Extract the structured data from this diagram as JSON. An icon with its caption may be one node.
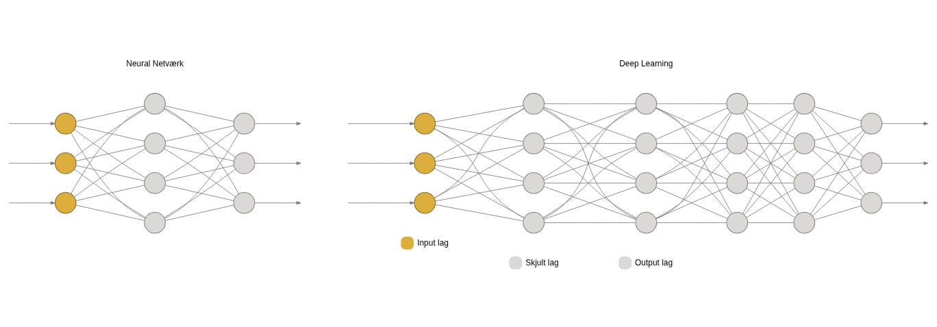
{
  "diagram": {
    "nodes": [
      {
        "text": [],
        "shape": "circle"
      },
      {
        "text": [],
        "shape": "circle"
      },
      {
        "text": [],
        "shape": "circle"
      },
      {
        "text": [],
        "shape": "circle"
      },
      {
        "text": [],
        "shape": "circle"
      },
      {
        "text": [],
        "shape": "circle"
      },
      {
        "text": [],
        "shape": "circle"
      },
      {
        "text": [],
        "shape": "circle"
      },
      {
        "text": [],
        "shape": "circle"
      },
      {
        "text": [],
        "shape": "circle"
      },
      {
        "text": [],
        "shape": "circle"
      },
      {
        "text": [],
        "shape": "circle"
      },
      {
        "text": [],
        "shape": "circle"
      },
      {
        "text": [],
        "shape": "circle"
      },
      {
        "text": [],
        "shape": "circle"
      },
      {
        "text": [],
        "shape": "circle"
      },
      {
        "text": [],
        "shape": "circle"
      },
      {
        "text": [],
        "shape": "circle"
      },
      {
        "text": [],
        "shape": "circle"
      },
      {
        "text": [],
        "shape": "circle"
      },
      {
        "text": [],
        "shape": "circle"
      },
      {
        "text": [],
        "shape": "circle"
      },
      {
        "text": [],
        "shape": "circle"
      },
      {
        "text": [],
        "shape": "circle"
      },
      {
        "text": [],
        "shape": "circle"
      },
      {
        "text": [],
        "shape": "circle"
      },
      {
        "text": [],
        "shape": "circle"
      },
      {
        "text": [],
        "shape": "circle"
      },
      {
        "text": [],
        "shape": "circle"
      },
      {
        "text": [],
        "shape": "circle"
      },
      {
        "text": [],
        "shape": "circle"
      },
      {
        "text": [],
        "shape": "circle"
      }
    ],
    "edges": [
      {
        "from": null,
        "to": 0,
        "arrow": "to"
      },
      {
        "from": null,
        "to": 1,
        "arrow": "to"
      },
      {
        "from": null,
        "to": 2,
        "arrow": "to"
      },
      {
        "from": 0,
        "to": 3,
        "arrow": "none"
      },
      {
        "from": 0,
        "to": 4,
        "arrow": "none"
      },
      {
        "from": 0,
        "to": 5,
        "arrow": "none"
      },
      {
        "from": 0,
        "to": 6,
        "arrow": "none"
      },
      {
        "from": 1,
        "to": 3,
        "arrow": "none"
      },
      {
        "from": 1,
        "to": 4,
        "arrow": "none"
      },
      {
        "from": 1,
        "to": 5,
        "arrow": "none"
      },
      {
        "from": 1,
        "to": 6,
        "arrow": "none"
      },
      {
        "from": 2,
        "to": 3,
        "arrow": "none"
      },
      {
        "from": 2,
        "to": 4,
        "arrow": "none"
      },
      {
        "from": 2,
        "to": 5,
        "arrow": "none"
      },
      {
        "from": 2,
        "to": 6,
        "arrow": "none"
      },
      {
        "from": 3,
        "to": 7,
        "arrow": "none"
      },
      {
        "from": 3,
        "to": 8,
        "arrow": "none"
      },
      {
        "from": 3,
        "to": 9,
        "arrow": "none"
      },
      {
        "from": 4,
        "to": 7,
        "arrow": "none"
      },
      {
        "from": 4,
        "to": 8,
        "arrow": "none"
      },
      {
        "from": 4,
        "to": 9,
        "arrow": "none"
      },
      {
        "from": 5,
        "to": 7,
        "arrow": "none"
      },
      {
        "from": 5,
        "to": 8,
        "arrow": "none"
      },
      {
        "from": 5,
        "to": 9,
        "arrow": "none"
      },
      {
        "from": 6,
        "to": 7,
        "arrow": "none"
      },
      {
        "from": 6,
        "to": 8,
        "arrow": "none"
      },
      {
        "from": 6,
        "to": 9,
        "arrow": "none"
      },
      {
        "from": 7,
        "to": null,
        "arrow": "to"
      },
      {
        "from": 8,
        "to": null,
        "arrow": "to"
      },
      {
        "from": 9,
        "to": null,
        "arrow": "to"
      },
      {
        "from": null,
        "to": 10,
        "arrow": "to"
      },
      {
        "from": null,
        "to": 11,
        "arrow": "to"
      },
      {
        "from": null,
        "to": 12,
        "arrow": "to"
      },
      {
        "from": 10,
        "to": 13,
        "arrow": "none"
      },
      {
        "from": 10,
        "to": 14,
        "arrow": "none"
      },
      {
        "from": 10,
        "to": 15,
        "arrow": "none"
      },
      {
        "from": 10,
        "to": 16,
        "arrow": "none"
      },
      {
        "from": 11,
        "to": 13,
        "arrow": "none"
      },
      {
        "from": 11,
        "to": 14,
        "arrow": "none"
      },
      {
        "from": 11,
        "to": 15,
        "arrow": "none"
      },
      {
        "from": 11,
        "to": 16,
        "arrow": "none"
      },
      {
        "from": 12,
        "to": 13,
        "arrow": "none"
      },
      {
        "from": 12,
        "to": 14,
        "arrow": "none"
      },
      {
        "from": 12,
        "to": 15,
        "arrow": "none"
      },
      {
        "from": 12,
        "to": 16,
        "arrow": "none"
      },
      {
        "from": 13,
        "to": 17,
        "arrow": "none"
      },
      {
        "from": 13,
        "to": 18,
        "arrow": "none"
      },
      {
        "from": 13,
        "to": 19,
        "arrow": "none"
      },
      {
        "from": 13,
        "to": 20,
        "arrow": "none"
      },
      {
        "from": 14,
        "to": 17,
        "arrow": "none"
      },
      {
        "from": 14,
        "to": 18,
        "arrow": "none"
      },
      {
        "from": 14,
        "to": 19,
        "arrow": "none"
      },
      {
        "from": 14,
        "to": 20,
        "arrow": "none"
      },
      {
        "from": 15,
        "to": 17,
        "arrow": "none"
      },
      {
        "from": 15,
        "to": 18,
        "arrow": "none"
      },
      {
        "from": 15,
        "to": 19,
        "arrow": "none"
      },
      {
        "from": 15,
        "to": 20,
        "arrow": "none"
      },
      {
        "from": 16,
        "to": 17,
        "arrow": "none"
      },
      {
        "from": 16,
        "to": 18,
        "arrow": "none"
      },
      {
        "from": 16,
        "to": 19,
        "arrow": "none"
      },
      {
        "from": 16,
        "to": 20,
        "arrow": "none"
      },
      {
        "from": 17,
        "to": 21,
        "arrow": "none"
      },
      {
        "from": 17,
        "to": 22,
        "arrow": "none"
      },
      {
        "from": 17,
        "to": 23,
        "arrow": "none"
      },
      {
        "from": 17,
        "to": 24,
        "arrow": "none"
      },
      {
        "from": 18,
        "to": 21,
        "arrow": "none"
      },
      {
        "from": 18,
        "to": 22,
        "arrow": "none"
      },
      {
        "from": 18,
        "to": 23,
        "arrow": "none"
      },
      {
        "from": 18,
        "to": 24,
        "arrow": "none"
      },
      {
        "from": 19,
        "to": 21,
        "arrow": "none"
      },
      {
        "from": 19,
        "to": 22,
        "arrow": "none"
      },
      {
        "from": 19,
        "to": 23,
        "arrow": "none"
      },
      {
        "from": 19,
        "to": 24,
        "arrow": "none"
      },
      {
        "from": 20,
        "to": 21,
        "arrow": "none"
      },
      {
        "from": 20,
        "to": 22,
        "arrow": "none"
      },
      {
        "from": 20,
        "to": 23,
        "arrow": "none"
      },
      {
        "from": 20,
        "to": 24,
        "arrow": "none"
      },
      {
        "from": 21,
        "to": 25,
        "arrow": "none"
      },
      {
        "from": 21,
        "to": 26,
        "arrow": "none"
      },
      {
        "from": 21,
        "to": 27,
        "arrow": "none"
      },
      {
        "from": 21,
        "to": 28,
        "arrow": "none"
      },
      {
        "from": 22,
        "to": 25,
        "arrow": "none"
      },
      {
        "from": 22,
        "to": 26,
        "arrow": "none"
      },
      {
        "from": 22,
        "to": 27,
        "arrow": "none"
      },
      {
        "from": 22,
        "to": 28,
        "arrow": "none"
      },
      {
        "from": 23,
        "to": 25,
        "arrow": "none"
      },
      {
        "from": 23,
        "to": 26,
        "arrow": "none"
      },
      {
        "from": 23,
        "to": 27,
        "arrow": "none"
      },
      {
        "from": 23,
        "to": 28,
        "arrow": "none"
      },
      {
        "from": 24,
        "to": 25,
        "arrow": "none"
      },
      {
        "from": 24,
        "to": 26,
        "arrow": "none"
      },
      {
        "from": 24,
        "to": 27,
        "arrow": "none"
      },
      {
        "from": 24,
        "to": 28,
        "arrow": "none"
      },
      {
        "from": 25,
        "to": 29,
        "arrow": "none"
      },
      {
        "from": 25,
        "to": 30,
        "arrow": "none"
      },
      {
        "from": 25,
        "to": 31,
        "arrow": "none"
      },
      {
        "from": 26,
        "to": 29,
        "arrow": "none"
      },
      {
        "from": 26,
        "to": 30,
        "arrow": "none"
      },
      {
        "from": 26,
        "to": 31,
        "arrow": "none"
      },
      {
        "from": 27,
        "to": 29,
        "arrow": "none"
      },
      {
        "from": 27,
        "to": 30,
        "arrow": "none"
      },
      {
        "from": 27,
        "to": 31,
        "arrow": "none"
      },
      {
        "from": 28,
        "to": 29,
        "arrow": "none"
      },
      {
        "from": 28,
        "to": 30,
        "arrow": "none"
      },
      {
        "from": 28,
        "to": 31,
        "arrow": "none"
      },
      {
        "from": 29,
        "to": null,
        "arrow": "to"
      },
      {
        "from": 30,
        "to": null,
        "arrow": "to"
      },
      {
        "from": 31,
        "to": null,
        "arrow": "to"
      }
    ],
    "labels": [
      "Neural Netværk",
      "Deep Learning"
    ],
    "legend": [
      {
        "text": "Input lag",
        "color": "#dcae3e"
      },
      {
        "text": "Skjult lag",
        "color": "#dad9d5"
      },
      {
        "text": "Output lag",
        "color": "#dad9d5"
      }
    ]
  }
}
